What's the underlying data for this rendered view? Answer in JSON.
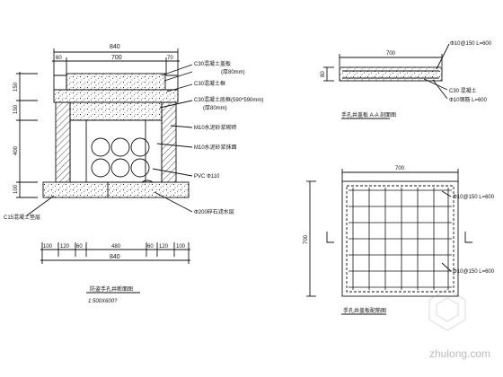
{
  "section_view": {
    "dims_top": {
      "overall": "840",
      "left_edge": "60",
      "inner": "700",
      "right_edge": "70"
    },
    "dims_left": [
      "150",
      "150",
      "400",
      "100"
    ],
    "labels": {
      "c30_cover": "C30混凝土盖板",
      "steel": "(厚80mm)",
      "c30_frame": "C30混凝土框",
      "c30_rim": "C30混凝土底框(590*590mm)",
      "rim_thick": "(厚80mm)",
      "m10_wall": "M10水泥砂浆砌砖",
      "m10_plaster": "M10水泥砂浆抹面",
      "pvc": "PVC Φ110",
      "gravel": "Φ200碎石滤水层",
      "c15": "C15混凝土垫层"
    },
    "dims_bottom": [
      "100",
      "120",
      "60",
      "480",
      "60",
      "120",
      "100"
    ],
    "dim_bottom_total": "840",
    "title": "防盗手孔井断面图",
    "scale": "1:500X600?"
  },
  "cover_section": {
    "width": "700",
    "height": "80",
    "rebar_top": "Φ10@150  L=600",
    "concrete": "C30 混凝土",
    "rebar_bottom": "Φ10钢筋  L=600",
    "title": "手孔井盖板 A-A 剖面图"
  },
  "cover_plan": {
    "width": "700",
    "height": "700",
    "rebar_top": "Φ10@150  L=600",
    "rebar_bottom": "Φ10@150  L=600",
    "title": "手孔井盖板配筋图"
  },
  "watermark": "zhulong.com"
}
